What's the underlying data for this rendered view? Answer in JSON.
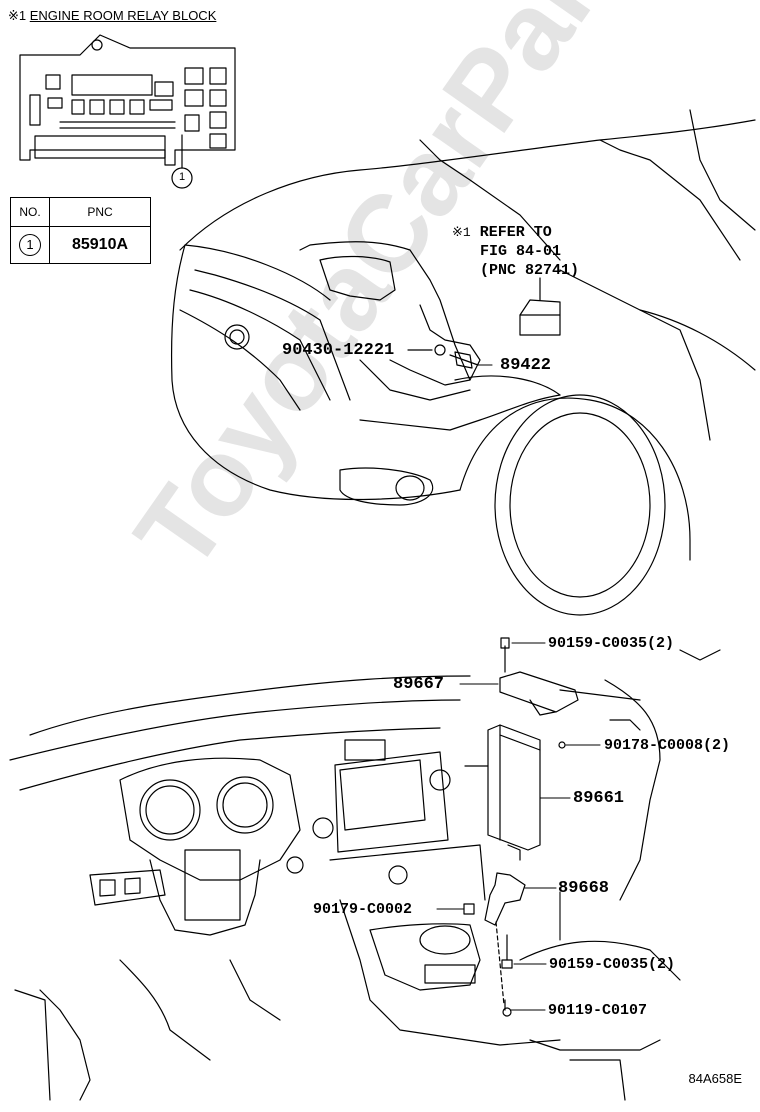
{
  "header": {
    "mark": "※1",
    "title": "ENGINE ROOM RELAY BLOCK"
  },
  "relay_block_callout": "1",
  "pnc_table": {
    "col_no": "NO.",
    "col_pnc": "PNC",
    "rows": [
      {
        "no": "1",
        "pnc": "85910A"
      }
    ]
  },
  "refer_note": {
    "mark": "※1",
    "line1": "REFER TO",
    "line2": "FIG 84-01",
    "line3": "(PNC 82741)"
  },
  "parts": {
    "bolt_90430": "90430-12221",
    "sensor_89422": "89422",
    "bolt_top_90159": "90159-C0035(2)",
    "bracket_89667": "89667",
    "nut_90178": "90178-C0008(2)",
    "ecu_89661": "89661",
    "bracket_89668": "89668",
    "clip_90179": "90179-C0002",
    "bolt_bottom_90159": "90159-C0035(2)",
    "bolt_90119": "90119-C0107"
  },
  "watermark": "ToyotaCarPart.ru",
  "figure_code": "84A658E"
}
